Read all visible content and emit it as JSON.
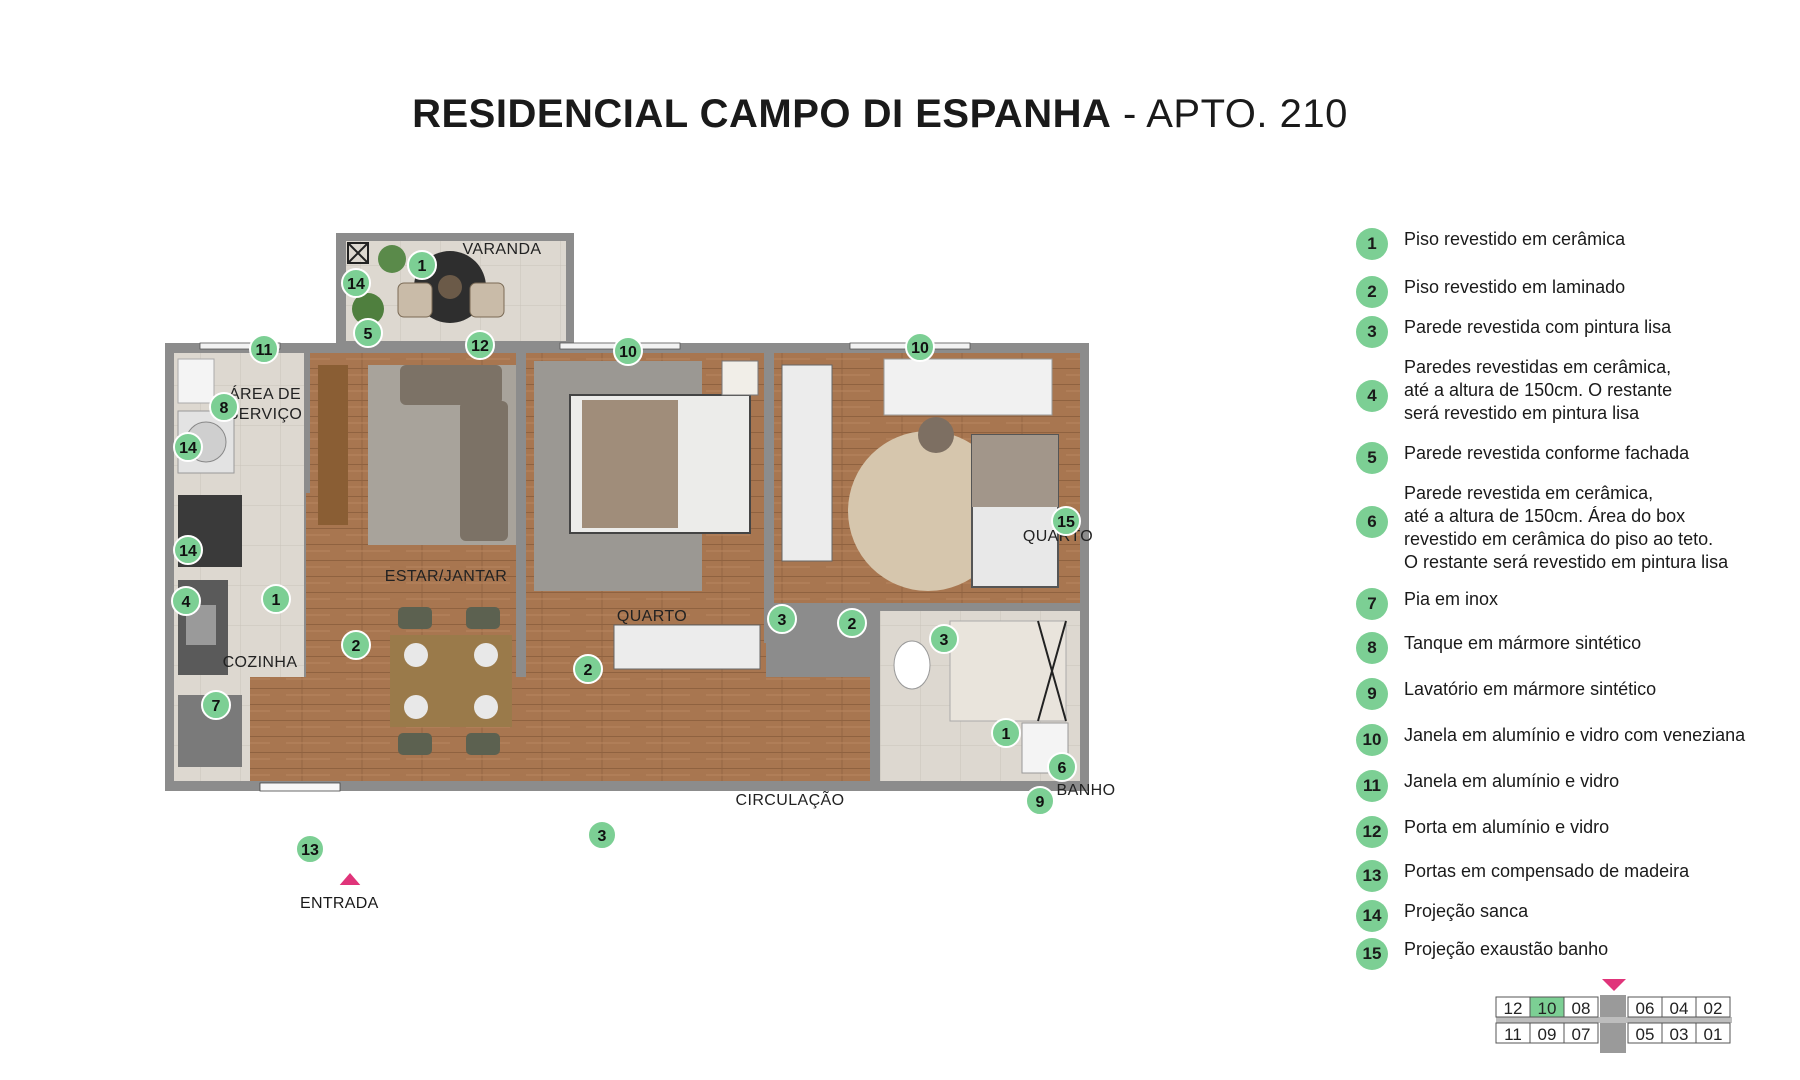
{
  "title": {
    "main": "RESIDENCIAL CAMPO DI ESPANHA",
    "sub": "- APTO. 210"
  },
  "rooms": {
    "varanda": "VARANDA",
    "area_servico_1": "ÁREA DE",
    "area_servico_2": "SERVIÇO",
    "estar_jantar": "ESTAR/JANTAR",
    "cozinha": "COZINHA",
    "quarto_1": "QUARTO",
    "quarto_2": "QUARTO",
    "circulacao": "CIRCULAÇÃO",
    "banho": "BANHO",
    "entrada": "ENTRADA"
  },
  "plan_markers": [
    "14",
    "1",
    "5",
    "12",
    "11",
    "8",
    "14",
    "14",
    "4",
    "1",
    "7",
    "2",
    "10",
    "2",
    "3",
    "10",
    "2",
    "3",
    "15",
    "1",
    "6",
    "9",
    "3",
    "13"
  ],
  "legend": [
    {
      "num": "1",
      "text": "Piso revestido em cerâmica"
    },
    {
      "num": "2",
      "text": "Piso revestido em laminado"
    },
    {
      "num": "3",
      "text": "Parede revestida com pintura lisa"
    },
    {
      "num": "4",
      "text": "Paredes revestidas em cerâmica,\naté a altura de 150cm. O restante\nserá revestido em pintura lisa"
    },
    {
      "num": "5",
      "text": "Parede revestida conforme fachada"
    },
    {
      "num": "6",
      "text": "Parede revestida em cerâmica,\naté a altura de 150cm. Área do box\nrevestido em cerâmica do piso ao teto.\nO restante será revestido em pintura lisa"
    },
    {
      "num": "7",
      "text": "Pia em inox"
    },
    {
      "num": "8",
      "text": "Tanque em mármore sintético"
    },
    {
      "num": "9",
      "text": "Lavatório em mármore sintético"
    },
    {
      "num": "10",
      "text": "Janela em alumínio e vidro com veneziana"
    },
    {
      "num": "11",
      "text": "Janela em alumínio e vidro"
    },
    {
      "num": "12",
      "text": "Porta em alumínio e vidro"
    },
    {
      "num": "13",
      "text": "Portas em compensado de madeira"
    },
    {
      "num": "14",
      "text": "Projeção sanca"
    },
    {
      "num": "15",
      "text": "Projeção exaustão banho"
    }
  ],
  "keyplan": {
    "top": [
      "12",
      "10",
      "08",
      "06",
      "04",
      "02"
    ],
    "bottom": [
      "11",
      "09",
      "07",
      "05",
      "03",
      "01"
    ],
    "highlight": "10"
  },
  "colors": {
    "marker": "#7ccf94",
    "entry_arrow": "#e0347a",
    "wood_floor": "#a87650",
    "tile_floor": "#d9d4cc",
    "wall": "#8c8c8c"
  }
}
